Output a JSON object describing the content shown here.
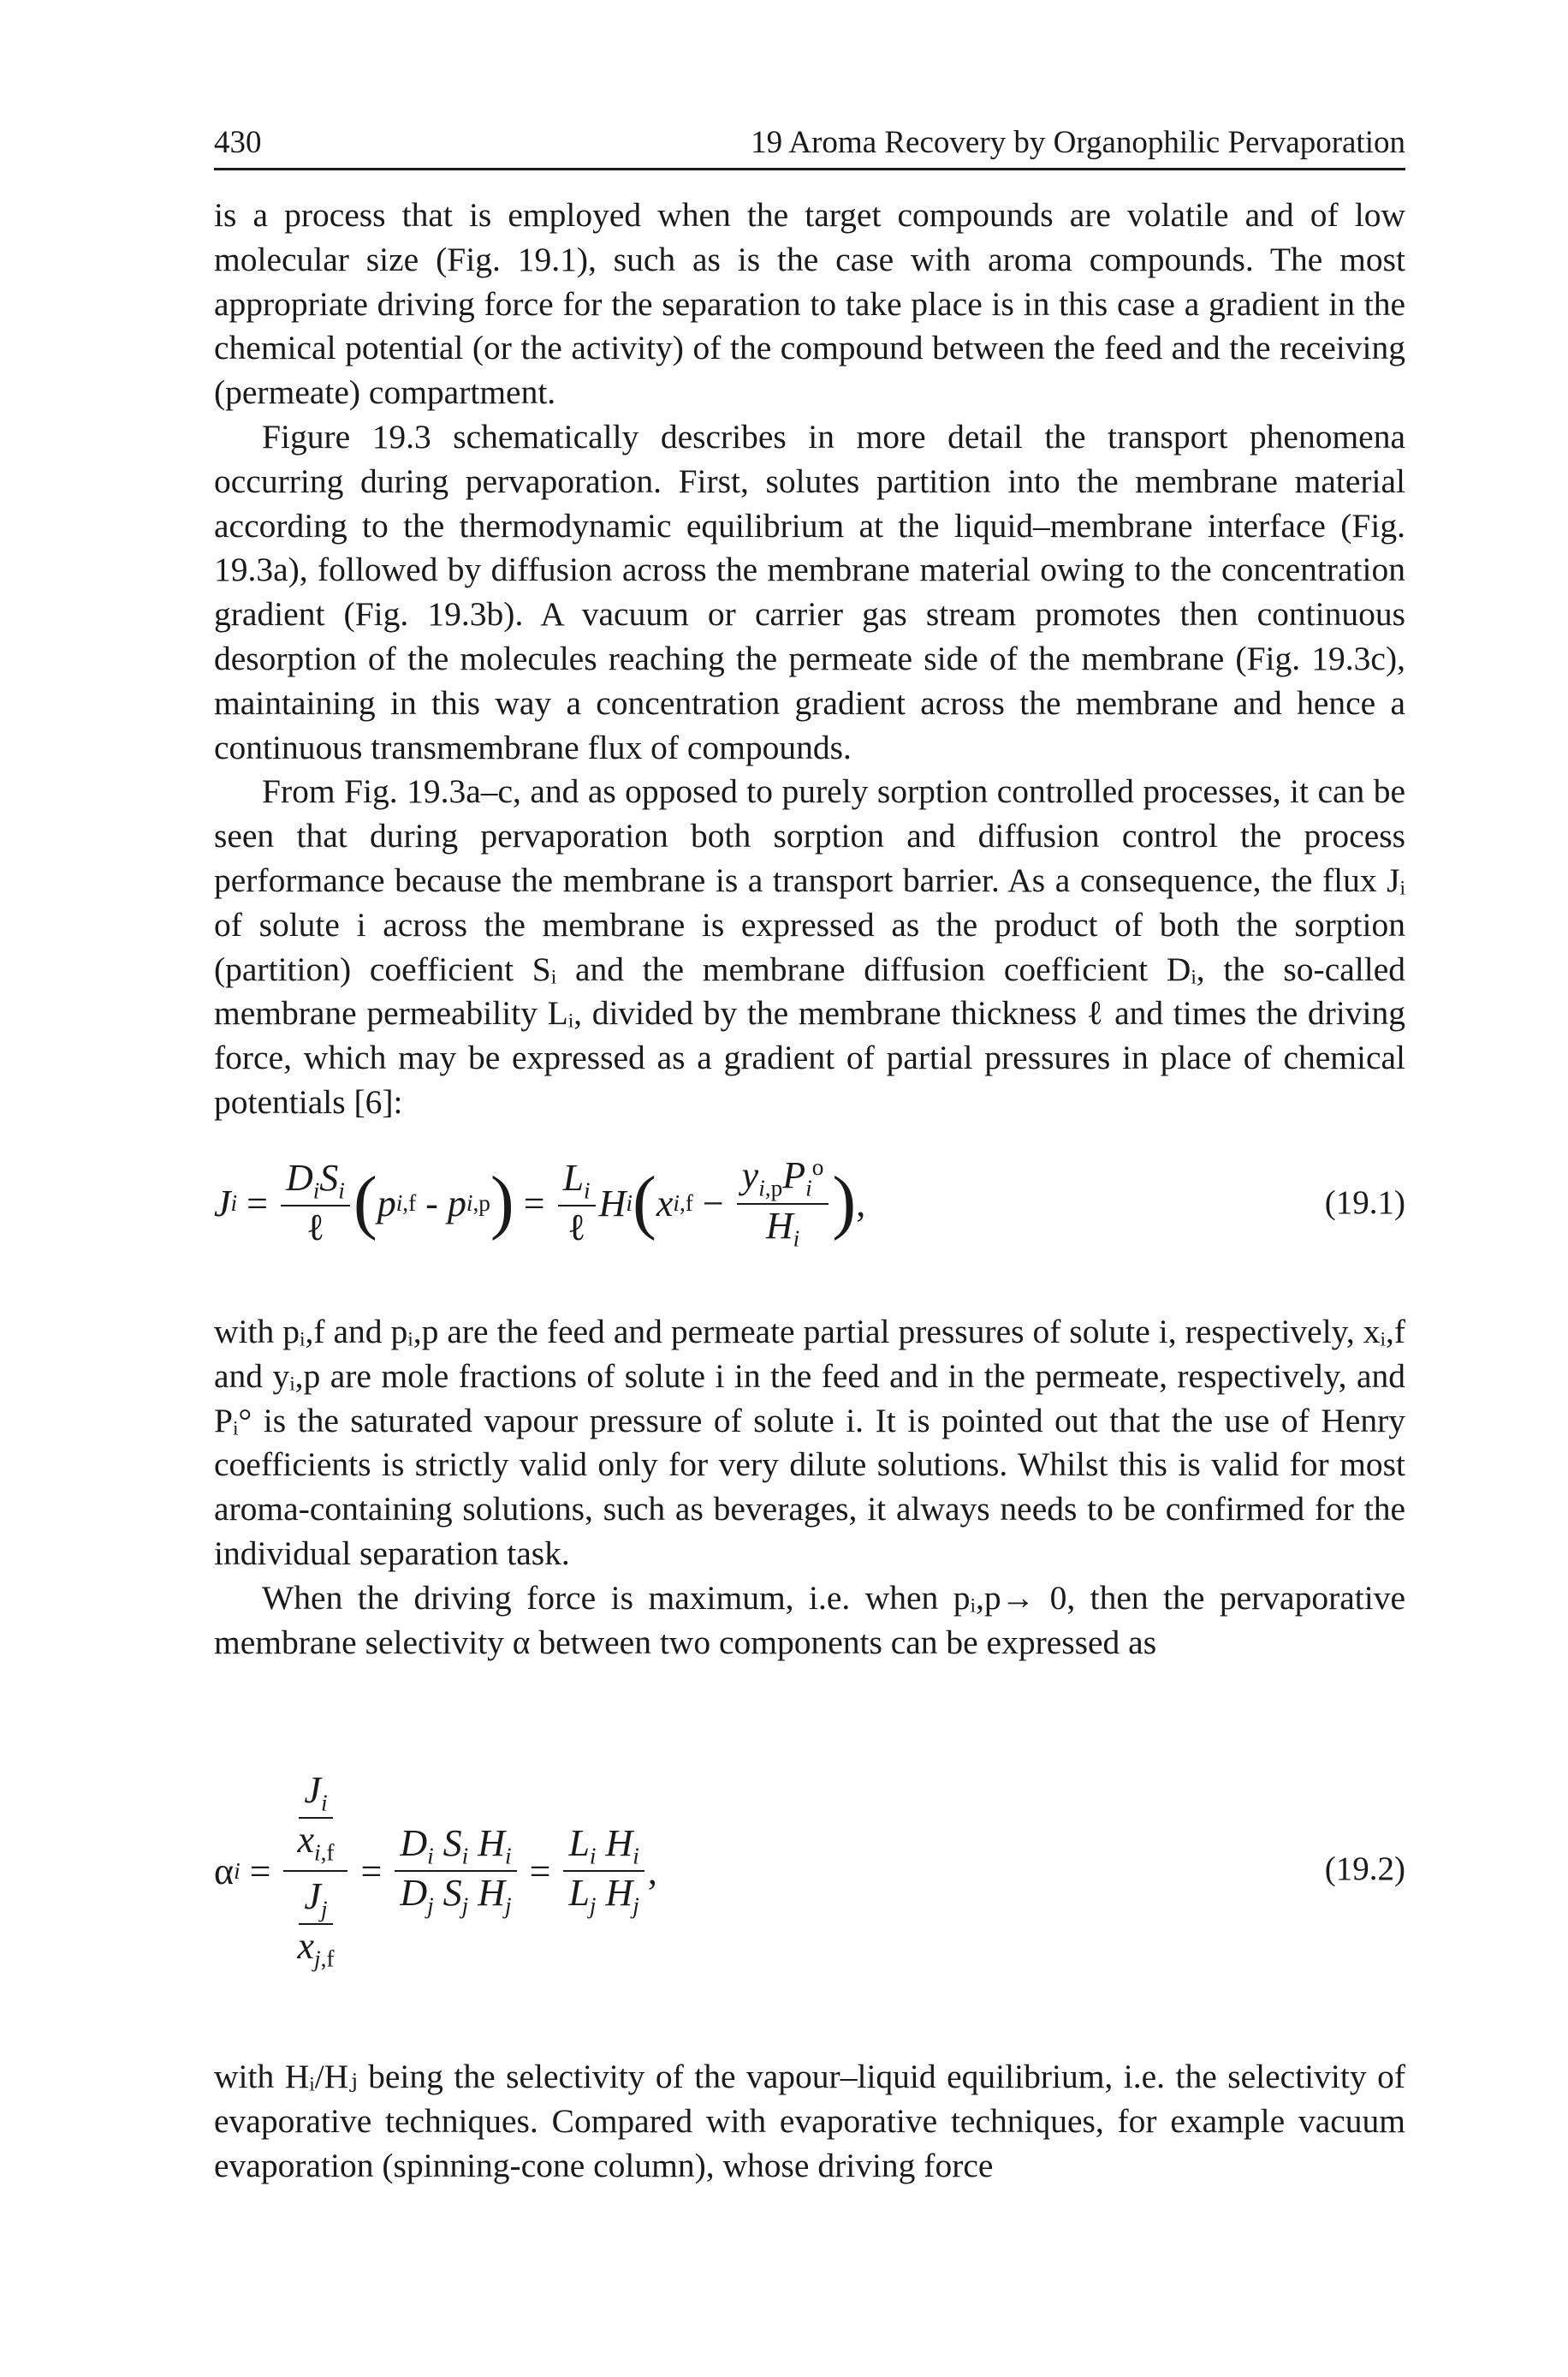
{
  "header": {
    "page_number": "430",
    "running_title": "19 Aroma Recovery by Organophilic Pervaporation"
  },
  "paragraphs": [
    "is a process that is employed when the target compounds are volatile and of low molecular size (Fig. 19.1), such as is the case with aroma compounds. The most appropriate driving force for the separation to take place is in this case a gradient in the chemical potential (or the activity) of the compound between the feed and the receiving (permeate) compartment.",
    "Figure 19.3 schematically describes in more detail the transport phenomena occurring during pervaporation. First, solutes partition into the membrane material according to the thermodynamic equilibrium at the liquid–membrane interface (Fig. 19.3a), followed by diffusion across the membrane material owing to the concentration gradient (Fig. 19.3b). A vacuum or carrier gas stream promotes then continuous desorption of the molecules reaching the permeate side of the membrane (Fig. 19.3c), maintaining in this way a concentration gradient across the membrane and hence a continuous transmembrane flux of compounds.",
    "From Fig. 19.3a–c, and as opposed to purely sorption controlled processes, it can be seen that during pervaporation both sorption and diffusion control the process performance because the membrane is a transport barrier. As a consequence, the flux Jᵢ of solute i across the membrane is expressed as the product of both the sorption (partition) coefficient Sᵢ and the membrane diffusion coefficient Dᵢ, the so-called membrane permeability Lᵢ, divided by the membrane thickness ℓ and times the driving force, which may be expressed as a gradient of partial pressures in place of chemical potentials [6]:",
    "with pᵢ,f and pᵢ,p are the feed and permeate partial pressures of solute i, respectively, xᵢ,f and yᵢ,p are mole fractions of solute i in the feed and in the permeate, respectively, and Pᵢ° is the saturated vapour pressure of solute i. It is pointed out that the use of Henry coefficients is strictly valid only for very dilute solutions. Whilst this is valid for most aroma-containing solutions, such as beverages, it always needs to be confirmed for the individual separation task.",
    "When the driving force is maximum, i.e. when pᵢ,p→ 0, then the pervaporative membrane selectivity α between two components can be expressed as",
    "with Hᵢ/Hⱼ being the selectivity of the vapour–liquid equilibrium, i.e. the selectivity of evaporative techniques. Compared with evaporative techniques, for example vacuum evaporation (spinning-cone column), whose driving force"
  ],
  "equations": {
    "eq1_number": "(19.1)",
    "eq2_number": "(19.2)"
  }
}
